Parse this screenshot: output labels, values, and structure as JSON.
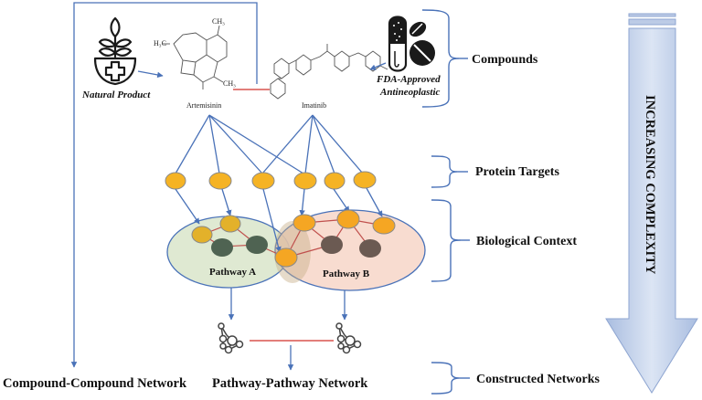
{
  "title": "Compound-to-network construction workflow",
  "compounds": {
    "natural_product_label": "Natural Product",
    "fda_label_line1": "FDA-Approved",
    "fda_label_line2": "Antineoplastic",
    "compound_a_name": "Artemisinin",
    "compound_b_name": "Imatinib"
  },
  "pathways": {
    "a_label": "Pathway A",
    "b_label": "Pathway B"
  },
  "networks": {
    "compound_network_label": "Compound-Compound Network",
    "pathway_network_label": "Pathway-Pathway Network"
  },
  "levels": [
    {
      "label": "Compounds"
    },
    {
      "label": "Protein Targets"
    },
    {
      "label": "Biological Context"
    },
    {
      "label": "Constructed Networks"
    }
  ],
  "complexity_arrow_label": "INCREASING COMPLEXITY",
  "colors": {
    "arrow_blue": "#4a72b8",
    "link_red": "#d9534f",
    "target_orange": "#f5b324",
    "pathway_a_fill": "#dfe9d2",
    "pathway_b_fill": "#f7d6c8",
    "dark_node_green": "#4f6352",
    "dark_node_brown": "#6b5a52",
    "complexity_arrow_fill": "#bccbe6"
  }
}
